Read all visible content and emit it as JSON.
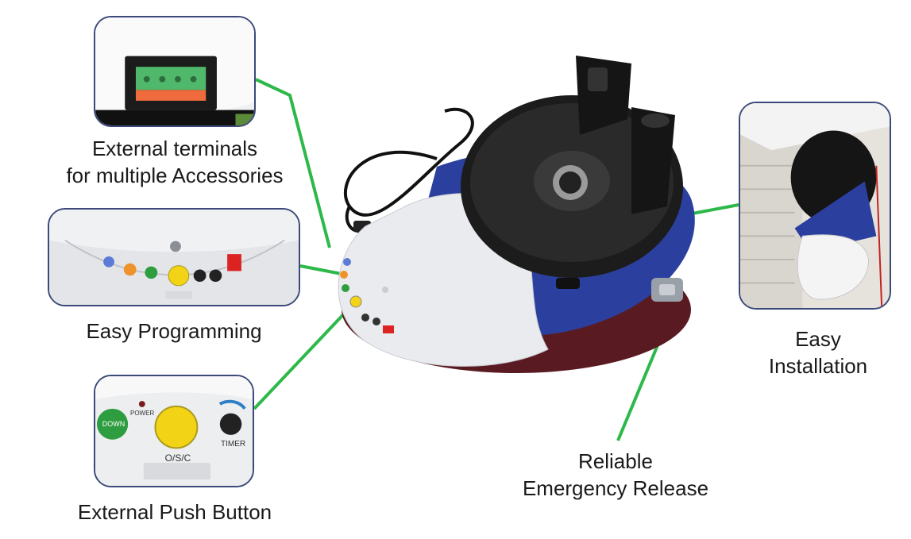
{
  "callouts": {
    "terminals": {
      "line1": "External terminals",
      "line2": "for multiple Accessories"
    },
    "programming": {
      "line1": "Easy Programming"
    },
    "push_button": {
      "line1": "External Push Button"
    },
    "installation": {
      "line1": "Easy",
      "line2": "Installation"
    },
    "release": {
      "line1": "Reliable",
      "line2": "Emergency Release"
    }
  },
  "panel_labels": {
    "down": "DOWN",
    "power": "POWER",
    "osc": "O/S/C",
    "timer": "TIMER"
  },
  "colors": {
    "leader_line": "#2db84a",
    "inset_border": "#3b4a7a",
    "housing_blue": "#2b3f9e",
    "housing_white": "#e9ebee",
    "drum_black": "#1c1c1c",
    "button_yellow": "#f2d316",
    "button_green": "#2e9d3f",
    "button_orange": "#f0922c"
  }
}
